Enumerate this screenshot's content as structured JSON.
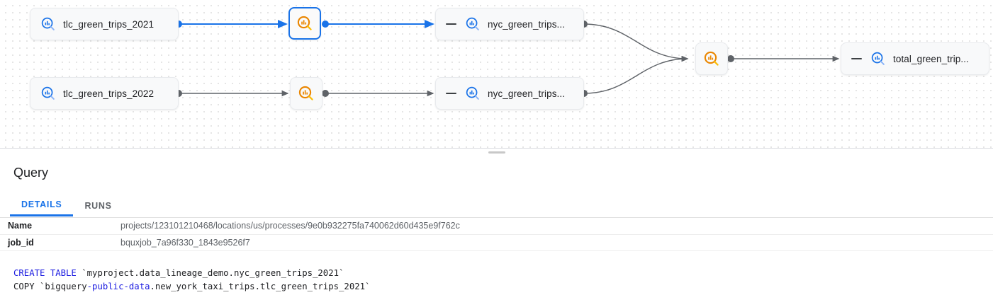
{
  "graph": {
    "nodes": [
      {
        "id": "tlc2021",
        "type": "table",
        "label": "tlc_green_trips_2021",
        "icon": "bigquery-table-icon",
        "selected": false,
        "collapsible": false
      },
      {
        "id": "tlc2022",
        "type": "table",
        "label": "tlc_green_trips_2022",
        "icon": "bigquery-table-icon",
        "selected": false,
        "collapsible": false
      },
      {
        "id": "proc1",
        "type": "process",
        "label": "",
        "icon": "query-process-icon",
        "selected": true,
        "collapsible": false
      },
      {
        "id": "proc2",
        "type": "process",
        "label": "",
        "icon": "query-process-icon",
        "selected": false,
        "collapsible": false
      },
      {
        "id": "nyc1",
        "type": "table",
        "label": "nyc_green_trips...",
        "icon": "bigquery-table-icon",
        "selected": false,
        "collapsible": true
      },
      {
        "id": "nyc2",
        "type": "table",
        "label": "nyc_green_trips...",
        "icon": "bigquery-table-icon",
        "selected": false,
        "collapsible": true
      },
      {
        "id": "proc3",
        "type": "process",
        "label": "",
        "icon": "query-process-icon",
        "selected": false,
        "collapsible": false
      },
      {
        "id": "total",
        "type": "table",
        "label": "total_green_trip...",
        "icon": "bigquery-table-icon",
        "selected": false,
        "collapsible": true
      }
    ],
    "colors": {
      "selected_edge": "#1a73e8",
      "edge": "#5f6368",
      "table_icon": "#1a73e8",
      "process_icon": "#ea8600",
      "node_bg": "#f8f9fa"
    }
  },
  "panel": {
    "title": "Query",
    "tabs": [
      {
        "id": "details",
        "label": "DETAILS",
        "active": true
      },
      {
        "id": "runs",
        "label": "RUNS",
        "active": false
      }
    ],
    "properties": [
      {
        "key": "Name",
        "value": "projects/123101210468/locations/us/processes/9e0b932275fa740062d60d435e9f762c"
      },
      {
        "key": "job_id",
        "value": "bquxjob_7a96f330_1843e9526f7"
      }
    ],
    "sql": {
      "line1_keyword": "CREATE TABLE",
      "line1_rest": " `myproject.data_lineage_demo.nyc_green_trips_2021`",
      "line2_prefix": "COPY `bigquery",
      "line2_keyword": "-public-data",
      "line2_rest": ".new_york_taxi_trips.tlc_green_trips_2021`"
    }
  }
}
